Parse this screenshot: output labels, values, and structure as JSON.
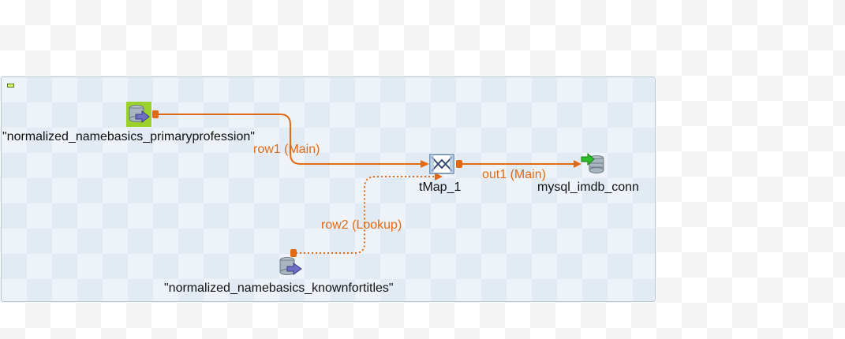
{
  "components": {
    "input_primary": {
      "label": "\"normalized_namebasics_primaryprofession\"",
      "icon": "database-input-icon"
    },
    "input_known": {
      "label": "\"normalized_namebasics_knownfortitles\"",
      "icon": "database-input-icon"
    },
    "tmap": {
      "label": "tMap_1",
      "icon": "tmap-icon"
    },
    "output": {
      "label": "mysql_imdb_conn",
      "icon": "database-output-icon"
    }
  },
  "connections": {
    "row1": "row1 (Main)",
    "row2": "row2 (Lookup)",
    "out1": "out1 (Main)"
  },
  "colors": {
    "connection": "#e06a14",
    "subjob_bg": "#eef3f9",
    "selected_bg": "#9ad12a"
  }
}
